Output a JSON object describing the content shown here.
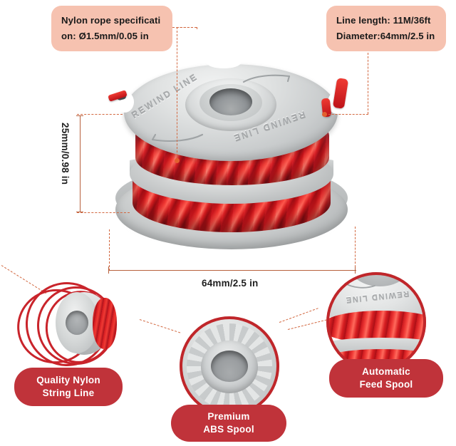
{
  "product": {
    "name": "string-trimmer-replacement-spool",
    "spool_top_text": "REWIND LINE",
    "colors": {
      "line_red": "#c8151b",
      "spool_gray": "#c9cccd",
      "callout_bg": "#f6c2b0",
      "pill_bg": "#c0333a",
      "guide_line": "#d2673f",
      "ring_red": "#c0262a"
    }
  },
  "callouts": {
    "nylon_spec": {
      "line1": "Nylon rope specificati",
      "line2": "on: Ø1.5mm/0.05 in"
    },
    "line_length": {
      "line1": "Line length:  11M/36ft",
      "line2": "Diameter:64mm/2.5 in"
    }
  },
  "dimensions": {
    "height": "25mm/0.98 in",
    "width": "64mm/2.5 in"
  },
  "features": [
    {
      "id": "quality-nylon-string-line",
      "line1": "Quality Nylon",
      "line2": "String Line"
    },
    {
      "id": "premium-abs-spool",
      "line1": "Premium",
      "line2": "ABS Spool"
    },
    {
      "id": "automatic-feed-spool",
      "line1": "Automatic",
      "line2": "Feed Spool"
    }
  ]
}
